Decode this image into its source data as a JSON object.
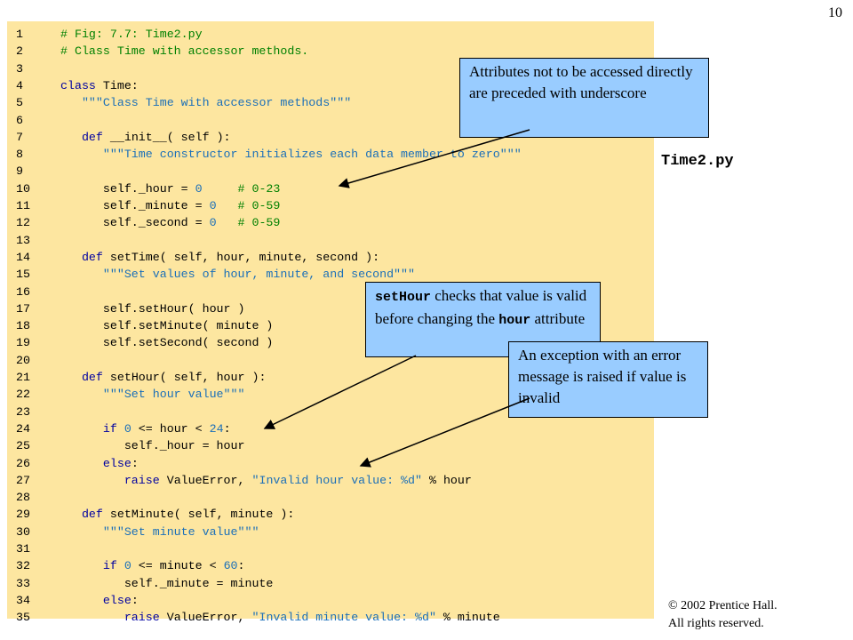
{
  "page_number": "10",
  "filename": "Time2.py",
  "code_lines": [
    {
      "n": "1",
      "tokens": [
        {
          "t": "# Fig: 7.7: Time2.py",
          "k": "comment"
        }
      ]
    },
    {
      "n": "2",
      "tokens": [
        {
          "t": "# Class Time with accessor methods.",
          "k": "comment"
        }
      ]
    },
    {
      "n": "3",
      "tokens": []
    },
    {
      "n": "4",
      "tokens": [
        {
          "t": "class ",
          "k": "keyword"
        },
        {
          "t": "Time:",
          "k": "plain"
        }
      ]
    },
    {
      "n": "5",
      "tokens": [
        {
          "t": "   ",
          "k": "plain"
        },
        {
          "t": "\"\"\"Class Time with accessor methods\"\"\"",
          "k": "string"
        }
      ]
    },
    {
      "n": "6",
      "tokens": []
    },
    {
      "n": "7",
      "tokens": [
        {
          "t": "   ",
          "k": "plain"
        },
        {
          "t": "def ",
          "k": "keyword"
        },
        {
          "t": "__init__( self ):",
          "k": "plain"
        }
      ]
    },
    {
      "n": "8",
      "tokens": [
        {
          "t": "      ",
          "k": "plain"
        },
        {
          "t": "\"\"\"Time constructor initializes each data member to zero\"\"\"",
          "k": "string"
        }
      ]
    },
    {
      "n": "9",
      "tokens": []
    },
    {
      "n": "10",
      "tokens": [
        {
          "t": "      self._hour = ",
          "k": "plain"
        },
        {
          "t": "0",
          "k": "number"
        },
        {
          "t": "     ",
          "k": "plain"
        },
        {
          "t": "# 0-23",
          "k": "comment"
        }
      ]
    },
    {
      "n": "11",
      "tokens": [
        {
          "t": "      self._minute = ",
          "k": "plain"
        },
        {
          "t": "0",
          "k": "number"
        },
        {
          "t": "   ",
          "k": "plain"
        },
        {
          "t": "# 0-59",
          "k": "comment"
        }
      ]
    },
    {
      "n": "12",
      "tokens": [
        {
          "t": "      self._second = ",
          "k": "plain"
        },
        {
          "t": "0",
          "k": "number"
        },
        {
          "t": "   ",
          "k": "plain"
        },
        {
          "t": "# 0-59",
          "k": "comment"
        }
      ]
    },
    {
      "n": "13",
      "tokens": []
    },
    {
      "n": "14",
      "tokens": [
        {
          "t": "   ",
          "k": "plain"
        },
        {
          "t": "def ",
          "k": "keyword"
        },
        {
          "t": "setTime( self, hour, minute, second ):",
          "k": "plain"
        }
      ]
    },
    {
      "n": "15",
      "tokens": [
        {
          "t": "      ",
          "k": "plain"
        },
        {
          "t": "\"\"\"Set values of hour, minute, and second\"\"\"",
          "k": "string"
        }
      ]
    },
    {
      "n": "16",
      "tokens": []
    },
    {
      "n": "17",
      "tokens": [
        {
          "t": "      self.setHour( hour )",
          "k": "plain"
        }
      ]
    },
    {
      "n": "18",
      "tokens": [
        {
          "t": "      self.setMinute( minute )",
          "k": "plain"
        }
      ]
    },
    {
      "n": "19",
      "tokens": [
        {
          "t": "      self.setSecond( second )",
          "k": "plain"
        }
      ]
    },
    {
      "n": "20",
      "tokens": []
    },
    {
      "n": "21",
      "tokens": [
        {
          "t": "   ",
          "k": "plain"
        },
        {
          "t": "def ",
          "k": "keyword"
        },
        {
          "t": "setHour( self, hour ):",
          "k": "plain"
        }
      ]
    },
    {
      "n": "22",
      "tokens": [
        {
          "t": "      ",
          "k": "plain"
        },
        {
          "t": "\"\"\"Set hour value\"\"\"",
          "k": "string"
        }
      ]
    },
    {
      "n": "23",
      "tokens": []
    },
    {
      "n": "24",
      "tokens": [
        {
          "t": "      ",
          "k": "plain"
        },
        {
          "t": "if ",
          "k": "keyword"
        },
        {
          "t": "0",
          "k": "number"
        },
        {
          "t": " <= hour < ",
          "k": "plain"
        },
        {
          "t": "24",
          "k": "number"
        },
        {
          "t": ":",
          "k": "plain"
        }
      ]
    },
    {
      "n": "25",
      "tokens": [
        {
          "t": "         self._hour = hour",
          "k": "plain"
        }
      ]
    },
    {
      "n": "26",
      "tokens": [
        {
          "t": "      ",
          "k": "plain"
        },
        {
          "t": "else",
          "k": "keyword"
        },
        {
          "t": ":",
          "k": "plain"
        }
      ]
    },
    {
      "n": "27",
      "tokens": [
        {
          "t": "         ",
          "k": "plain"
        },
        {
          "t": "raise ",
          "k": "keyword"
        },
        {
          "t": "ValueError, ",
          "k": "plain"
        },
        {
          "t": "\"Invalid hour value: %d\"",
          "k": "string"
        },
        {
          "t": " % hour",
          "k": "plain"
        }
      ]
    },
    {
      "n": "28",
      "tokens": []
    },
    {
      "n": "29",
      "tokens": [
        {
          "t": "   ",
          "k": "plain"
        },
        {
          "t": "def ",
          "k": "keyword"
        },
        {
          "t": "setMinute( self, minute ):",
          "k": "plain"
        }
      ]
    },
    {
      "n": "30",
      "tokens": [
        {
          "t": "      ",
          "k": "plain"
        },
        {
          "t": "\"\"\"Set minute value\"\"\"",
          "k": "string"
        }
      ]
    },
    {
      "n": "31",
      "tokens": []
    },
    {
      "n": "32",
      "tokens": [
        {
          "t": "      ",
          "k": "plain"
        },
        {
          "t": "if ",
          "k": "keyword"
        },
        {
          "t": "0",
          "k": "number"
        },
        {
          "t": " <= minute < ",
          "k": "plain"
        },
        {
          "t": "60",
          "k": "number"
        },
        {
          "t": ":",
          "k": "plain"
        }
      ]
    },
    {
      "n": "33",
      "tokens": [
        {
          "t": "         self._minute = minute",
          "k": "plain"
        }
      ]
    },
    {
      "n": "34",
      "tokens": [
        {
          "t": "      ",
          "k": "plain"
        },
        {
          "t": "else",
          "k": "keyword"
        },
        {
          "t": ":",
          "k": "plain"
        }
      ]
    },
    {
      "n": "35",
      "tokens": [
        {
          "t": "         ",
          "k": "plain"
        },
        {
          "t": "raise ",
          "k": "keyword"
        },
        {
          "t": "ValueError, ",
          "k": "plain"
        },
        {
          "t": "\"Invalid minute value: %d\"",
          "k": "string"
        },
        {
          "t": " % minute",
          "k": "plain"
        }
      ]
    }
  ],
  "callouts": {
    "underscore": "Attributes not to be accessed directly are preceded with underscore",
    "sethour_code": "setHour",
    "sethour_text_1": " checks that value is valid before changing the ",
    "hour_code": "hour",
    "sethour_text_2": " attribute",
    "exception": "An exception with an error message is raised if value is invalid"
  },
  "copyright": {
    "line1": "© 2002 Prentice Hall.",
    "line2": "All rights reserved."
  },
  "colors": {
    "code_background": "#fde6a0",
    "callout_background": "#99ccff",
    "comment": "#008000",
    "keyword": "#0000a0",
    "string": "#1b6fb8"
  }
}
